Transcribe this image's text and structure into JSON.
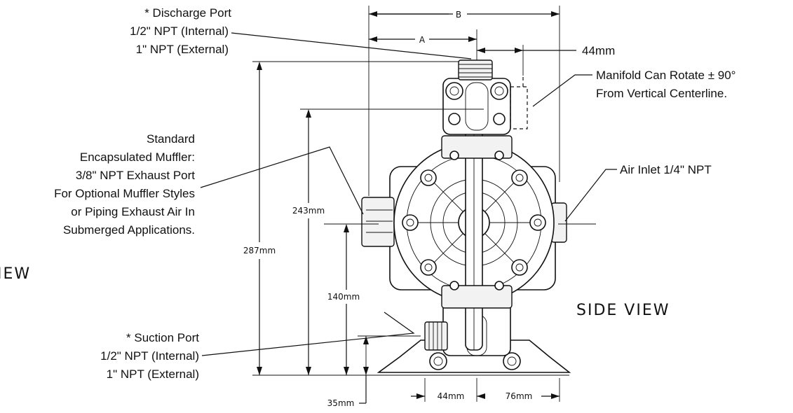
{
  "callouts": {
    "discharge": [
      "* Discharge Port",
      "1/2\" NPT (Internal)",
      "1\" NPT (External)"
    ],
    "muffler": [
      "Standard",
      "Encapsulated Muffler:",
      "3/8\" NPT Exhaust Port",
      "For Optional Muffler Styles",
      "or Piping Exhaust Air In",
      "Submerged Applications."
    ],
    "suction": [
      "* Suction Port",
      "1/2\" NPT (Internal)",
      "1\" NPT (External)"
    ],
    "manifold": [
      "Manifold Can Rotate ± 90°",
      "From Vertical Centerline."
    ],
    "air_inlet": "Air Inlet 1/4\" NPT",
    "offset_44_top": "44mm"
  },
  "dimensions": {
    "a": "A",
    "b": "B",
    "h287": "287mm",
    "h243": "243mm",
    "h140": "140mm",
    "h35": "35mm",
    "w44": "44mm",
    "w76": "76mm"
  },
  "views": {
    "side": "SIDE VIEW",
    "cut_left": "IEW"
  }
}
